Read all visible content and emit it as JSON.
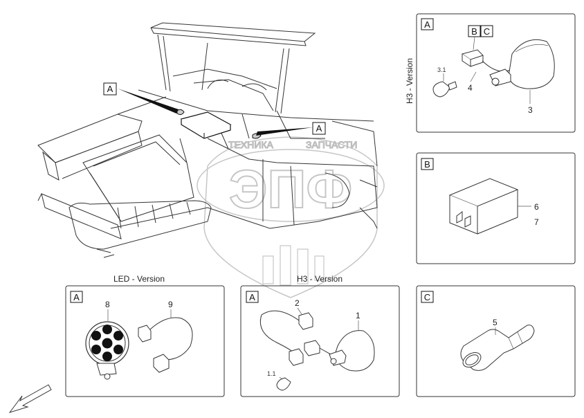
{
  "callouts": {
    "main_a1": "A",
    "main_a2": "A",
    "panel_top": {
      "tag": "A",
      "version": "H3 - Version",
      "part_b": "B",
      "part_c": "C",
      "n_bulb": "3.1",
      "n_socket": "4",
      "n_lamp": "3"
    },
    "panel_b": {
      "tag": "B",
      "n6": "6",
      "n7": "7"
    },
    "panel_led": {
      "title": "LED - Version",
      "tag": "A",
      "n8": "8",
      "n9": "9"
    },
    "panel_h3": {
      "title": "H3 - Version",
      "tag": "A",
      "n2": "2",
      "n1": "1",
      "n11": "1.1"
    },
    "panel_c": {
      "tag": "C",
      "n5": "5"
    }
  },
  "watermark": {
    "line1": "ТЕХНИКА",
    "line2": "ЗАПЧАСТИ",
    "logo": "ЭПФ"
  }
}
